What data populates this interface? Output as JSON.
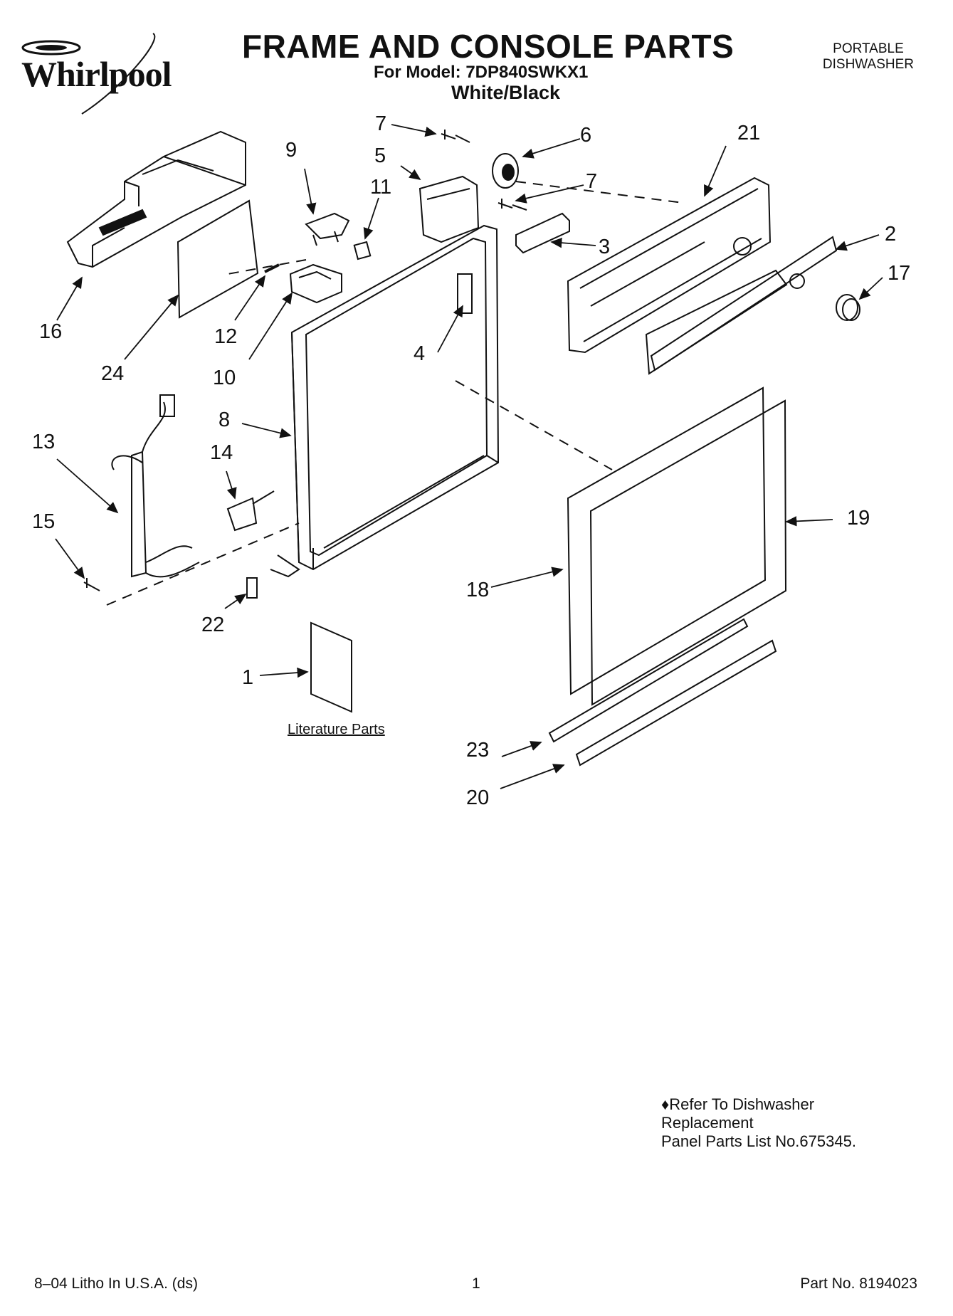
{
  "header": {
    "brand": "Whirlpool",
    "title": "FRAME AND CONSOLE PARTS",
    "model_line": "For Model: 7DP840SWKX1",
    "color_line": "White/Black",
    "product_line1": "PORTABLE",
    "product_line2": "DISHWASHER"
  },
  "callouts": [
    {
      "id": "c1",
      "label": "1"
    },
    {
      "id": "c2",
      "label": "2"
    },
    {
      "id": "c3",
      "label": "3"
    },
    {
      "id": "c4",
      "label": "4"
    },
    {
      "id": "c5",
      "label": "5"
    },
    {
      "id": "c6",
      "label": "6"
    },
    {
      "id": "c7a",
      "label": "7"
    },
    {
      "id": "c7b",
      "label": "7"
    },
    {
      "id": "c8",
      "label": "8"
    },
    {
      "id": "c9",
      "label": "9"
    },
    {
      "id": "c10",
      "label": "10"
    },
    {
      "id": "c11",
      "label": "11"
    },
    {
      "id": "c12",
      "label": "12"
    },
    {
      "id": "c13",
      "label": "13"
    },
    {
      "id": "c14",
      "label": "14"
    },
    {
      "id": "c15",
      "label": "15"
    },
    {
      "id": "c16",
      "label": "16"
    },
    {
      "id": "c17",
      "label": "17"
    },
    {
      "id": "c18",
      "label": "18"
    },
    {
      "id": "c19",
      "label": "19"
    },
    {
      "id": "c20",
      "label": "20"
    },
    {
      "id": "c21",
      "label": "21"
    },
    {
      "id": "c22",
      "label": "22"
    },
    {
      "id": "c23",
      "label": "23"
    },
    {
      "id": "c24",
      "label": "24"
    }
  ],
  "literature_label": "Literature Parts",
  "note": {
    "line1": "♦Refer To Dishwasher",
    "line2": "Replacement",
    "line3": "Panel Parts List No.675345."
  },
  "footer": {
    "left": "8–04 Litho In U.S.A. (ds)",
    "center": "1",
    "right": "Part No. 8194023"
  }
}
